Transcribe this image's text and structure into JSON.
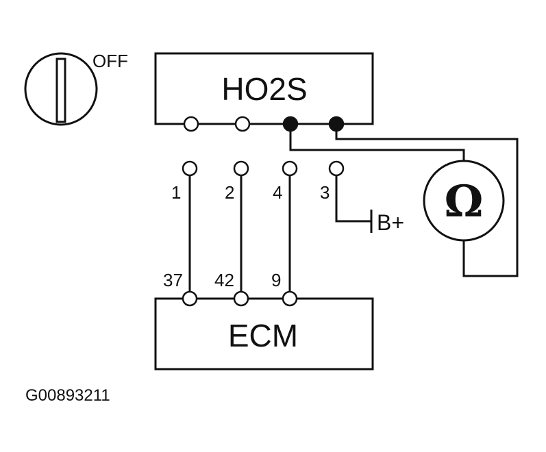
{
  "ignition_switch": {
    "state_label": "OFF",
    "icon": "ignition-switch-icon"
  },
  "sensor": {
    "label": "HO2S"
  },
  "ecm": {
    "label": "ECM"
  },
  "meter": {
    "symbol": "Ω",
    "icon": "ohmmeter-icon"
  },
  "battery": {
    "label": "B+"
  },
  "connector_pins": [
    "1",
    "2",
    "4",
    "3"
  ],
  "ecm_pins": [
    "37",
    "42",
    "9"
  ],
  "figure_id": "G00893211",
  "colors": {
    "ink": "#111111",
    "background": "#ffffff"
  }
}
